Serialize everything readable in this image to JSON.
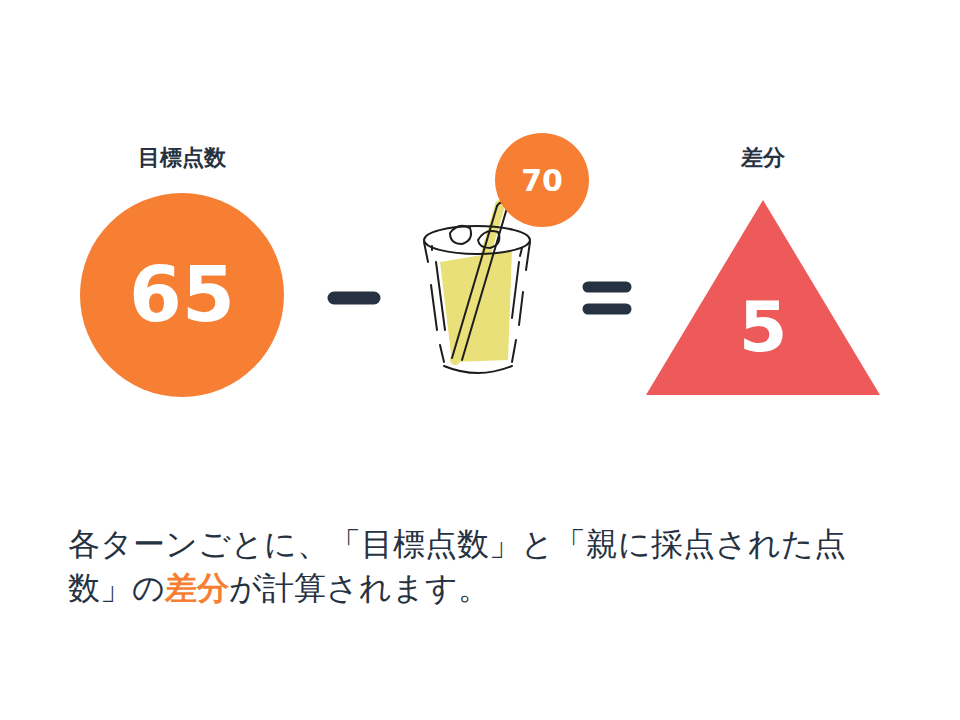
{
  "diagram": {
    "caption": "各ターンごとに、「目標点数」と「親に採点された点数」の差分が計算されます。",
    "nodes": [
      {
        "text": [
          "目標点数",
          "65"
        ]
      },
      {
        "text": [
          "70"
        ]
      },
      {
        "text": [
          "差分",
          "5"
        ]
      }
    ]
  }
}
